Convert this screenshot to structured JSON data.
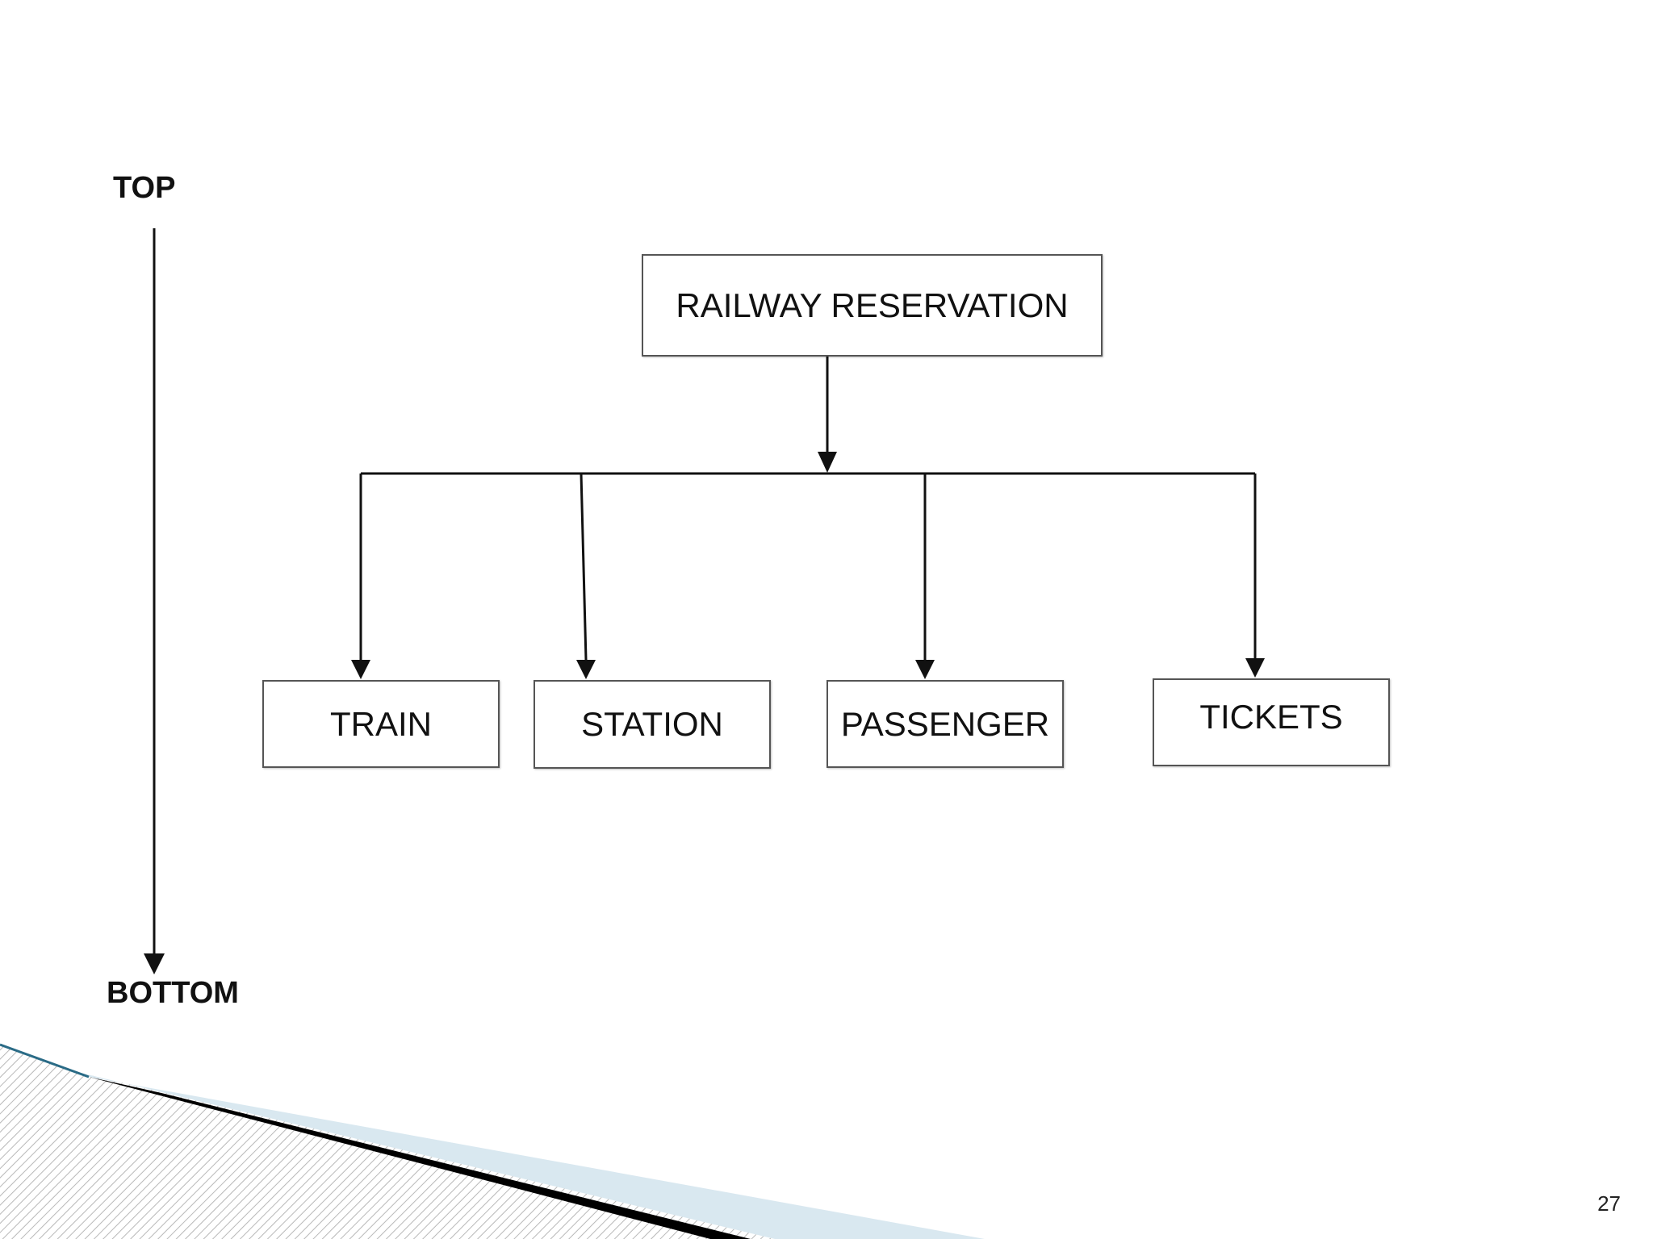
{
  "axis": {
    "top_label": "TOP",
    "bottom_label": "BOTTOM"
  },
  "nodes": {
    "root": "RAILWAY RESERVATION",
    "children": [
      "TRAIN",
      "STATION",
      "PASSENGER",
      "TICKETS"
    ]
  },
  "page_number": "27",
  "colors": {
    "line": "#111111",
    "box_border": "#555555",
    "footer_light_blue": "#d9e8f0",
    "footer_dark": "#000000",
    "footer_hatch": "#cfcfcf"
  }
}
